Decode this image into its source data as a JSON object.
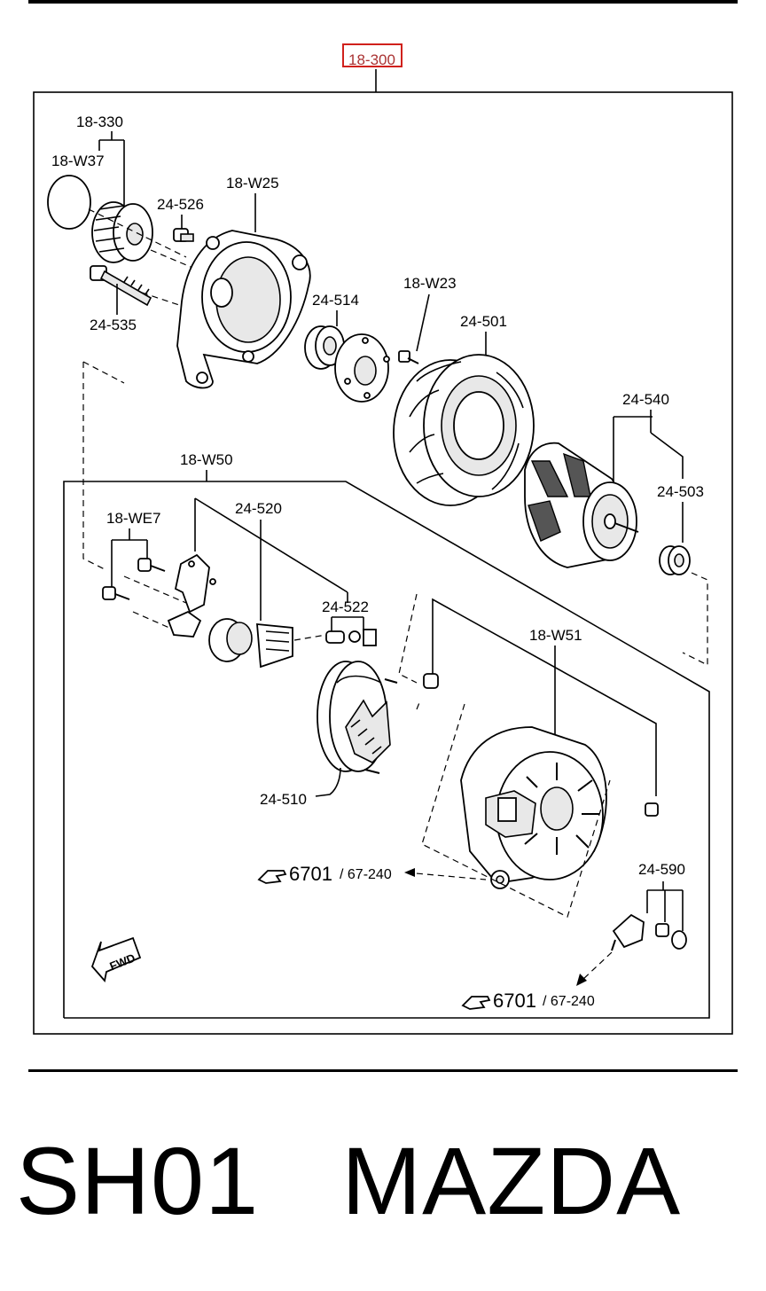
{
  "labels": {
    "assembly": "18-300",
    "pulley": "18-330",
    "pulley_cap": "18-W37",
    "front_housing": "18-W25",
    "pulley_nut": "24-526",
    "through_bolt": "24-535",
    "front_bearing": "24-514",
    "retainer_screw": "18-W23",
    "stator": "24-501",
    "rotor_group": "24-540",
    "rear_bearing": "24-503",
    "rear_group": "18-W50",
    "regulator_screws": "18-WE7",
    "brush_holder": "24-520",
    "brushes": "24-522",
    "rectifier": "24-510",
    "rear_housing": "18-W51",
    "terminal_group": "24-590"
  },
  "refs": [
    {
      "main": "6701",
      "sub": "/ 67-240"
    },
    {
      "main": "6701",
      "sub": "/ 67-240"
    }
  ],
  "fwd": "FWD",
  "footer": {
    "code": "SH01",
    "brand": "MAZDA"
  },
  "colors": {
    "highlight": "#d0211c"
  }
}
